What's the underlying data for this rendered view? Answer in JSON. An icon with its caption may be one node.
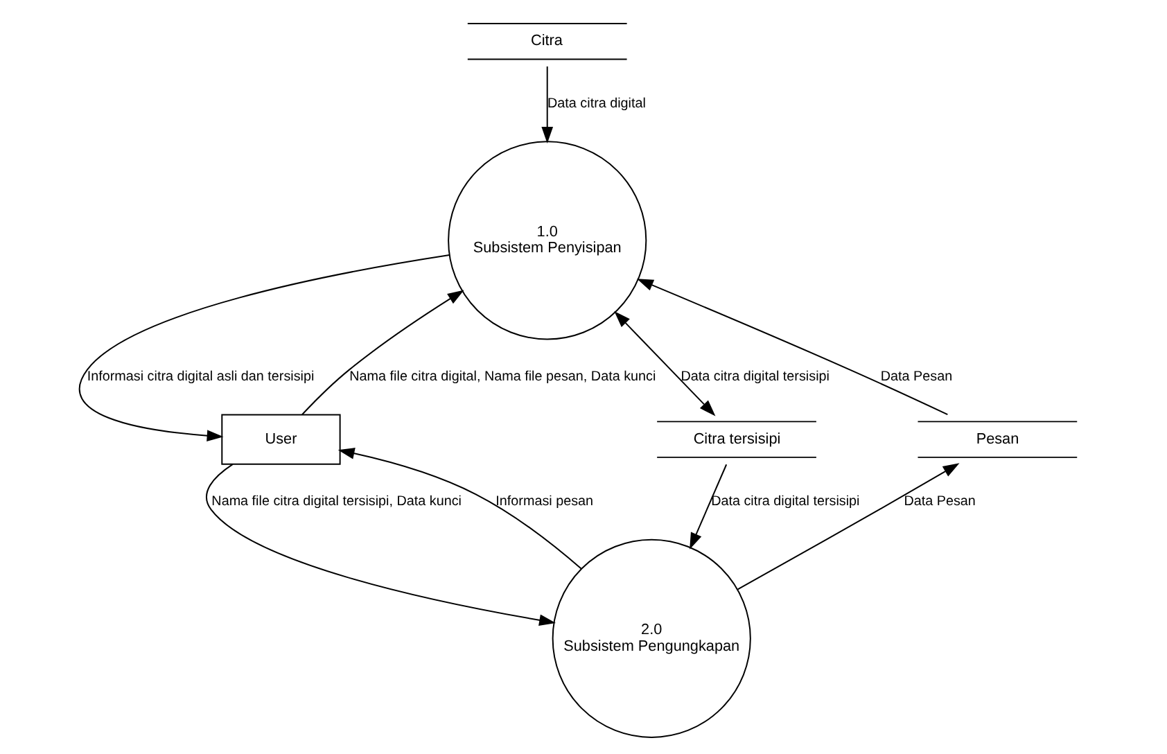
{
  "diagram": {
    "nodes": [
      {
        "text": [
          "Citra"
        ]
      },
      {
        "text": [
          "1.0",
          "Subsistem Penyisipan"
        ]
      },
      {
        "text": [
          "User"
        ]
      },
      {
        "text": [
          "Pesan"
        ]
      },
      {
        "text": [
          "Citra tersisipi"
        ]
      },
      {
        "text": [
          "2.0",
          "Subsistem Pengungkapan"
        ]
      }
    ],
    "edges": [
      {
        "from": 0,
        "to": 1,
        "arrow": "to",
        "label": "Data citra digital"
      },
      {
        "from": 2,
        "to": 1,
        "arrow": "to",
        "label": "Nama file citra digital, Nama file pesan, Data kunci"
      },
      {
        "from": 1,
        "to": 2,
        "arrow": "to",
        "label": "Informasi citra digital asli dan tersisipi"
      },
      {
        "from": 1,
        "to": 4,
        "arrow": "both",
        "label": "Data citra digital tersisipi"
      },
      {
        "from": 3,
        "to": 1,
        "arrow": "to",
        "label": "Data Pesan"
      },
      {
        "from": 5,
        "to": 3,
        "arrow": "to",
        "label": "Data Pesan"
      },
      {
        "from": 2,
        "to": 5,
        "arrow": "to",
        "label": "Nama file citra digital tersisipi, Data kunci"
      },
      {
        "from": 4,
        "to": 5,
        "arrow": "to",
        "label": "Data citra digital tersisipi"
      },
      {
        "from": 5,
        "to": 2,
        "arrow": "to",
        "label": "Informasi pesan"
      }
    ]
  }
}
